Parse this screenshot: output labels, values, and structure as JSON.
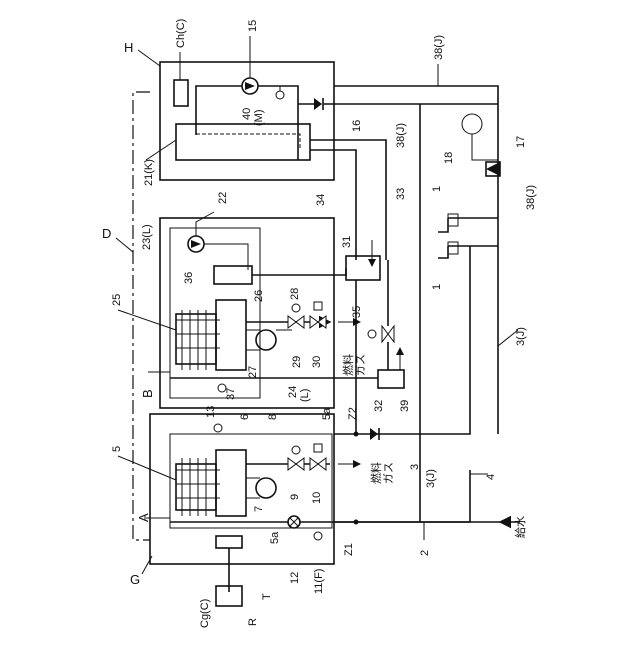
{
  "labels": {
    "H": "H",
    "ChC": "Ch(C)",
    "n15": "15",
    "n38J_top": "38(J)",
    "n40M_num": "40",
    "n40M_letter": "(M)",
    "n16": "16",
    "n38J_mid": "38(J)",
    "n18": "18",
    "n17": "17",
    "n21K": "21(K)",
    "n34": "34",
    "n33": "33",
    "n38J_right": "38(J)",
    "n1_top": "1",
    "n1_bottom": "1",
    "D": "D",
    "n22": "22",
    "n23L": "23(L)",
    "n31": "31",
    "n25": "25",
    "n36": "36",
    "n26": "26",
    "n28": "28",
    "n35": "35",
    "n3J_right": "3(J)",
    "n29": "29",
    "n30": "30",
    "fuel_gas_1a": "燃料",
    "fuel_gas_1b": "ガス",
    "n27": "27",
    "B": "B",
    "n37": "37",
    "n24L_num": "24",
    "n24L_letter": "(L)",
    "n32": "32",
    "n13": "13",
    "n6": "6",
    "n8": "8",
    "n5a_right": "5a",
    "Z2": "Z2",
    "n39": "39",
    "n5": "5",
    "fuel_gas_2a": "燃料",
    "fuel_gas_2b": "ガス",
    "n3": "3",
    "n3J_bottom": "3(J)",
    "n4": "4",
    "n9": "9",
    "n10": "10",
    "n7": "7",
    "A": "A",
    "n5a_left": "5a",
    "Z1": "Z1",
    "n2": "2",
    "water_supply": "給水",
    "G": "G",
    "n12": "12",
    "n11F": "11(F)",
    "CgC": "Cg(C)",
    "R": "R",
    "T": "T"
  }
}
